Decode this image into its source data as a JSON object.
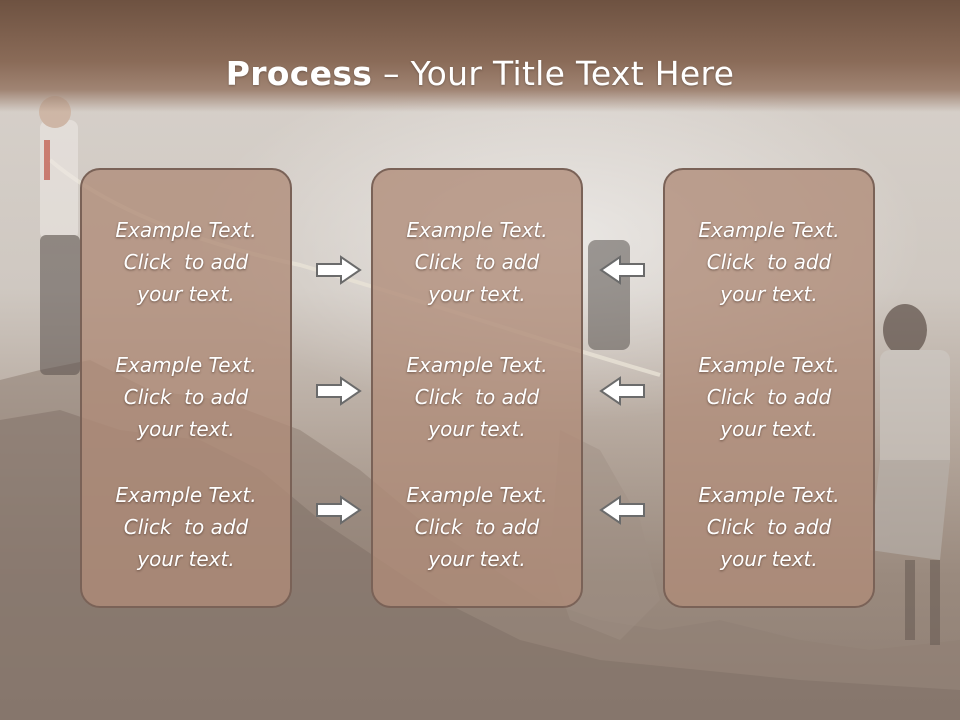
{
  "slide": {
    "title_bold": "Process",
    "title_rest": " – Your Title Text Here"
  },
  "columns": [
    {
      "items": [
        {
          "line1": "Example Text.",
          "line2": "Click  to add",
          "line3": "your text."
        },
        {
          "line1": "Example Text.",
          "line2": "Click  to add",
          "line3": "your text."
        },
        {
          "line1": "Example Text.",
          "line2": "Click  to add",
          "line3": "your text."
        }
      ]
    },
    {
      "items": [
        {
          "line1": "Example Text.",
          "line2": "Click  to add",
          "line3": "your text."
        },
        {
          "line1": "Example Text.",
          "line2": "Click  to add",
          "line3": "your text."
        },
        {
          "line1": "Example Text.",
          "line2": "Click  to add",
          "line3": "your text."
        }
      ]
    },
    {
      "items": [
        {
          "line1": "Example Text.",
          "line2": "Click  to add",
          "line3": "your text."
        },
        {
          "line1": "Example Text.",
          "line2": "Click  to add",
          "line3": "your text."
        },
        {
          "line1": "Example Text.",
          "line2": "Click  to add",
          "line3": "your text."
        }
      ]
    }
  ],
  "arrows": {
    "left_group": "arrow-right-icon",
    "right_group": "arrow-left-icon"
  },
  "colors": {
    "title_bar": "#7a5c4a",
    "panel_fill": "#b08c78",
    "panel_border": "#7a6257",
    "text": "#ffffff"
  }
}
